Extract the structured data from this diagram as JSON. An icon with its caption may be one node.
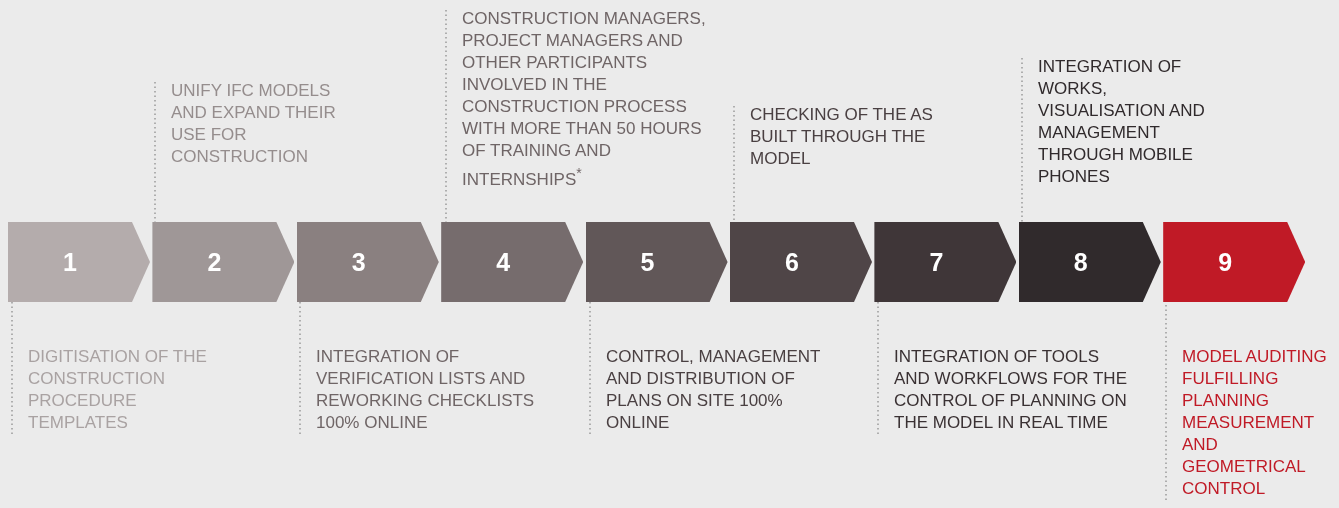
{
  "diagram": {
    "nodes": [
      {
        "text": [
          "1"
        ]
      },
      {
        "text": [
          "2"
        ]
      },
      {
        "text": [
          "3"
        ]
      },
      {
        "text": [
          "4"
        ]
      },
      {
        "text": [
          "5"
        ]
      },
      {
        "text": [
          "6"
        ]
      },
      {
        "text": [
          "7"
        ]
      },
      {
        "text": [
          "8"
        ]
      },
      {
        "text": [
          "9"
        ]
      },
      {
        "text": [
          "DIGITISATION OF THE CONSTRUCTION PROCEDURE TEMPLATES"
        ]
      },
      {
        "text": [
          "UNIFY IFC MODELS AND EXPAND THEIR USE FOR CONSTRUCTION"
        ]
      },
      {
        "text": [
          "INTEGRATION OF VERIFICATION LISTS AND REWORKING CHECKLISTS 100% ONLINE"
        ]
      },
      {
        "text": [
          "CONSTRUCTION MANAGERS, PROJECT MANAGERS AND OTHER PARTICIPANTS INVOLVED IN THE CONSTRUCTION PROCESS WITH MORE THAN 50 HOURS OF TRAINING AND INTERNSHIPS$^{*}$"
        ]
      },
      {
        "text": [
          "CONTROL, MANAGEMENT AND DISTRIBUTION OF PLANS ON SITE 100% ONLINE"
        ]
      },
      {
        "text": [
          "CHECKING OF THE AS BUILT THROUGH THE MODEL"
        ]
      },
      {
        "text": [
          "INTEGRATION OF TOOLS AND WORKFLOWS FOR THE CONTROL OF PLANNING ON THE MODEL IN REAL TIME"
        ]
      },
      {
        "text": [
          "INTEGRATION OF WORKS, VISUALISATION AND MANAGEMENT THROUGH MOBILE PHONES"
        ]
      },
      {
        "text": [
          "MODEL AUDITING FULFILLING PLANNING MEASUREMENT AND GEOMETRICAL CONTROL"
        ]
      }
    ],
    "edges": [
      {
        "from": 9,
        "to": 0,
        "arrow": "none"
      },
      {
        "from": 10,
        "to": 1,
        "arrow": "none"
      },
      {
        "from": 11,
        "to": 2,
        "arrow": "none"
      },
      {
        "from": 12,
        "to": 3,
        "arrow": "none"
      },
      {
        "from": 13,
        "to": 4,
        "arrow": "none"
      },
      {
        "from": 14,
        "to": 5,
        "arrow": "none"
      },
      {
        "from": 15,
        "to": 6,
        "arrow": "none"
      },
      {
        "from": 16,
        "to": 7,
        "arrow": "none"
      },
      {
        "from": 17,
        "to": 8,
        "arrow": "none"
      }
    ]
  }
}
